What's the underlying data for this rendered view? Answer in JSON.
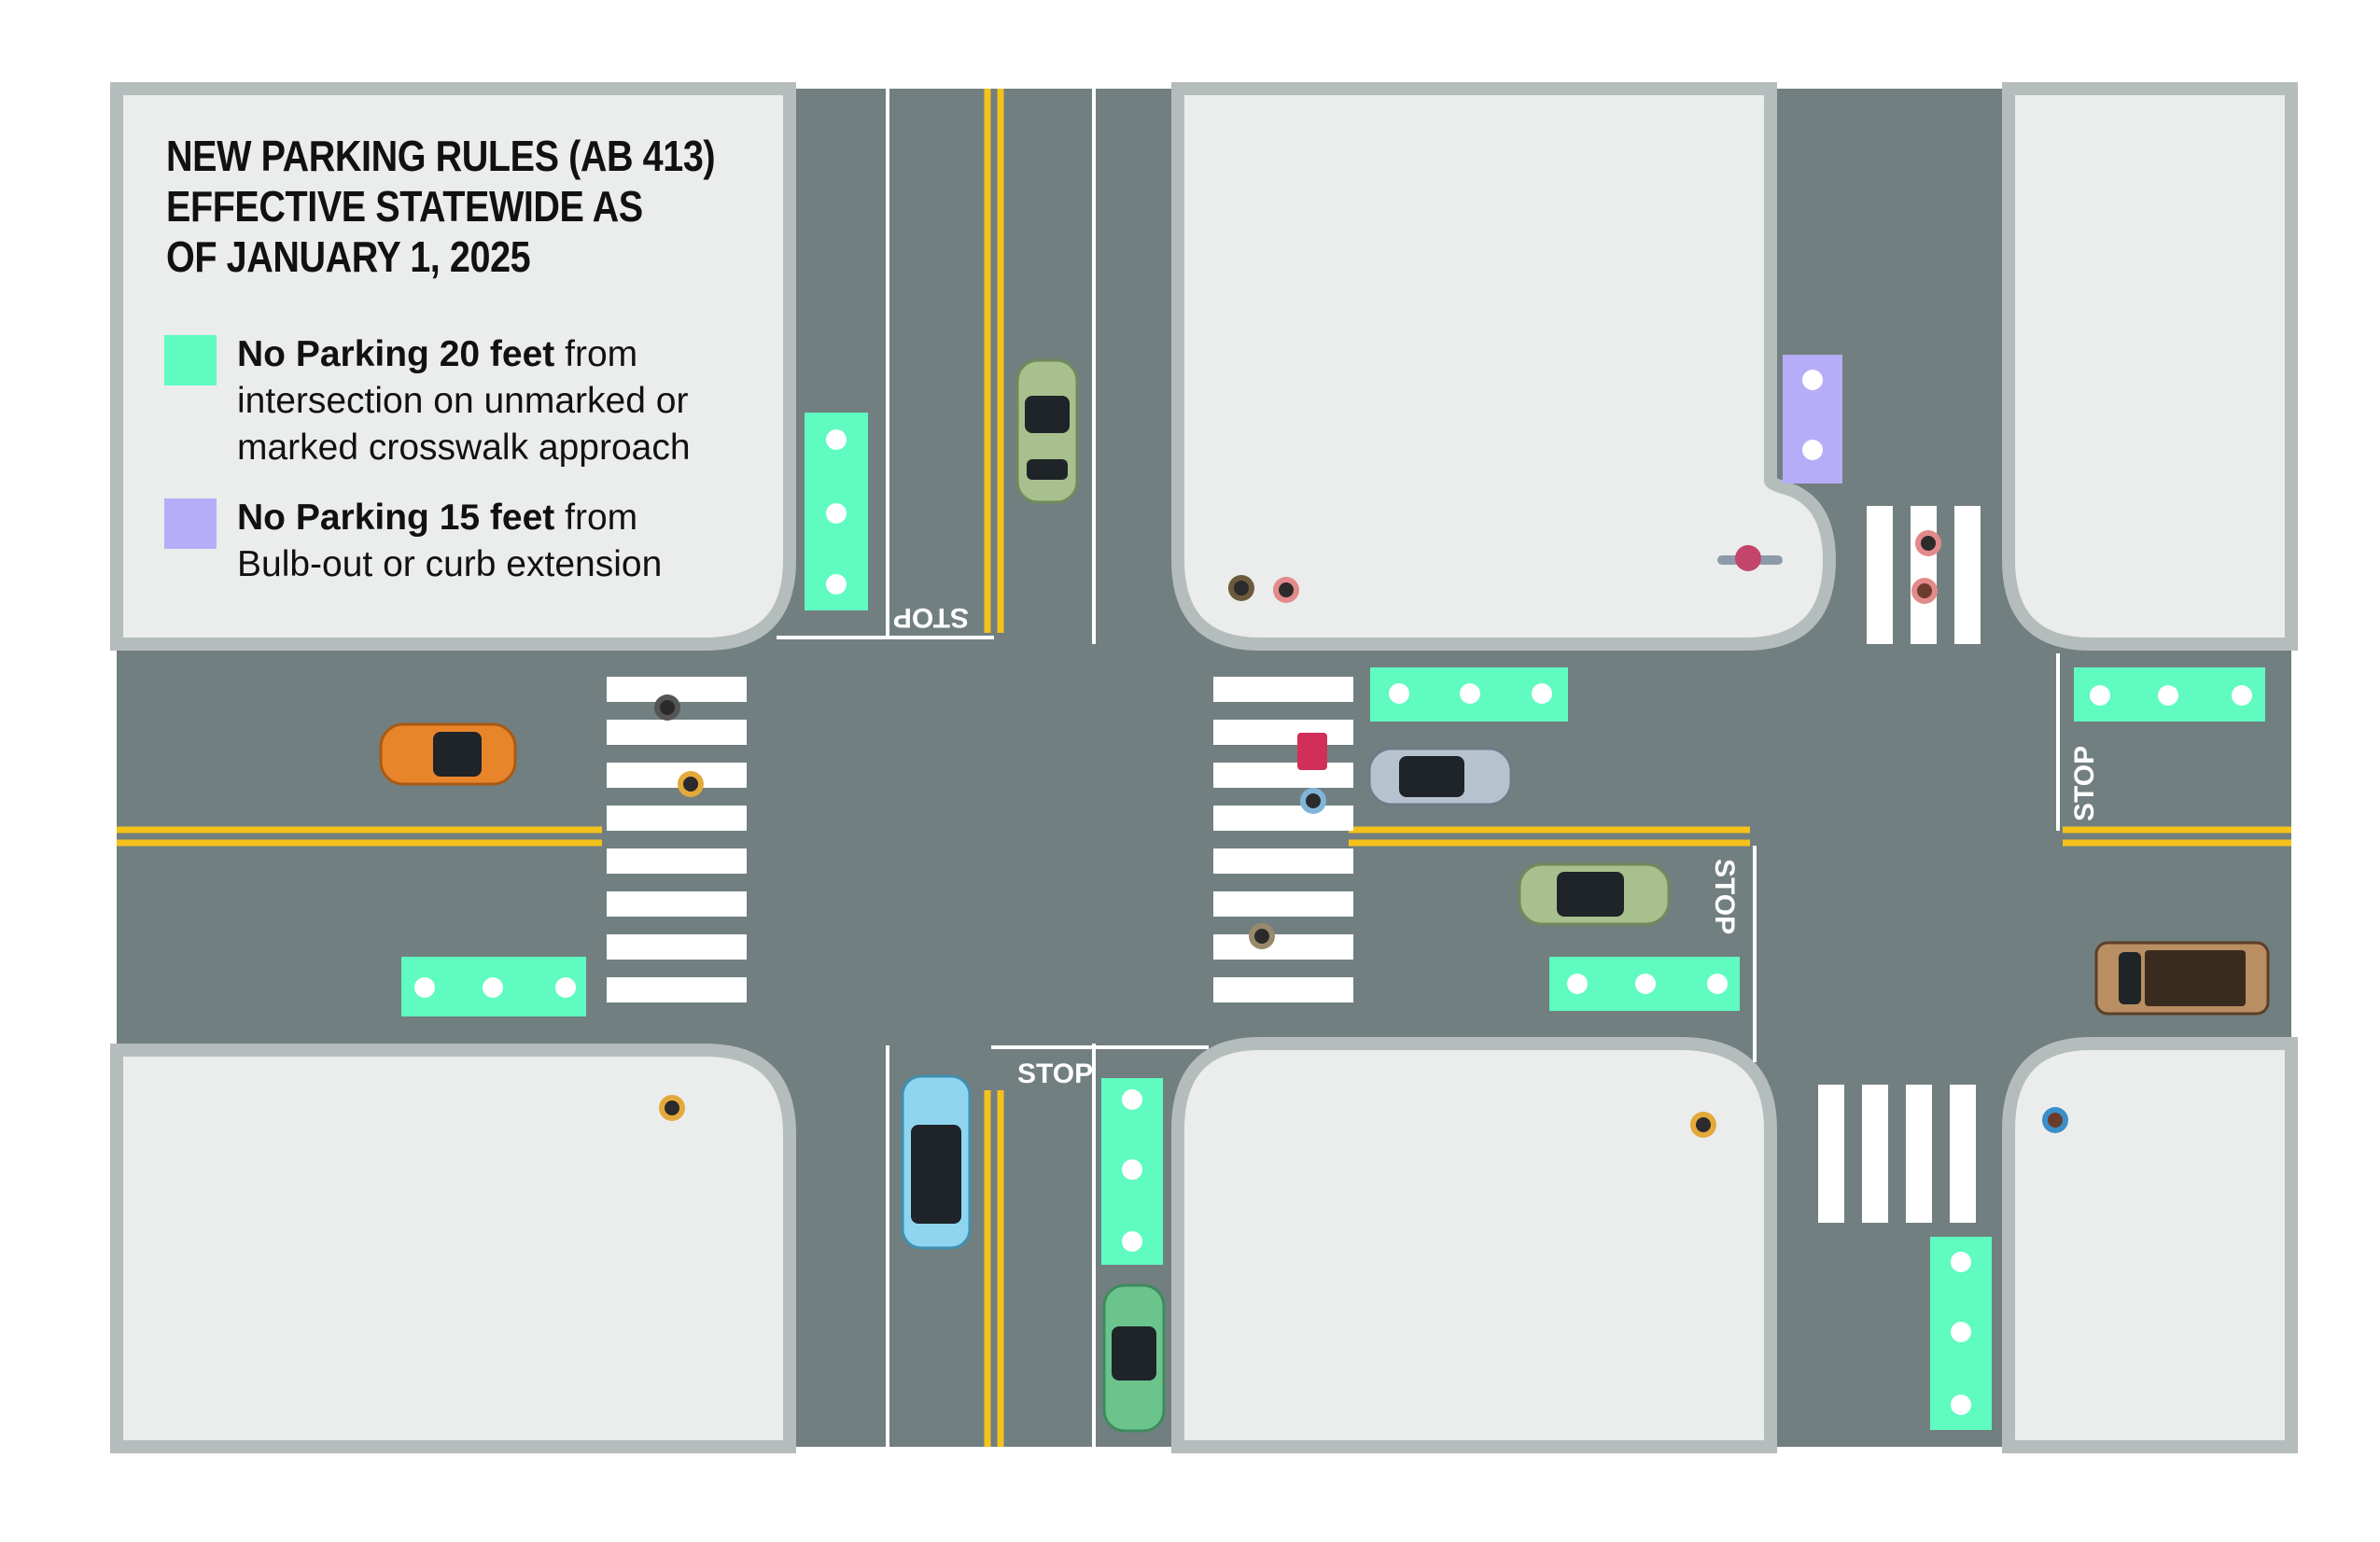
{
  "title": {
    "line1": "NEW PARKING RULES (AB 413)",
    "line2": "EFFECTIVE STATEWIDE AS",
    "line3": "OF JANUARY 1, 2025"
  },
  "legend": {
    "item1": {
      "bold": "No Parking 20 feet",
      "rest": " from",
      "line2": "intersection on unmarked or",
      "line3": "marked crosswalk approach",
      "color": "#5ffbc0"
    },
    "item2": {
      "bold": "No Parking 15 feet",
      "rest": " from",
      "line2": "Bulb-out or curb extension",
      "color": "#b6adf8"
    }
  },
  "stop_label": "STOP",
  "colors": {
    "road": "#727f80",
    "sidewalk": "#ebecec",
    "curb": "#b5bdbc",
    "center_line": "#f5c21b",
    "lane_marking": "#ffffff"
  }
}
